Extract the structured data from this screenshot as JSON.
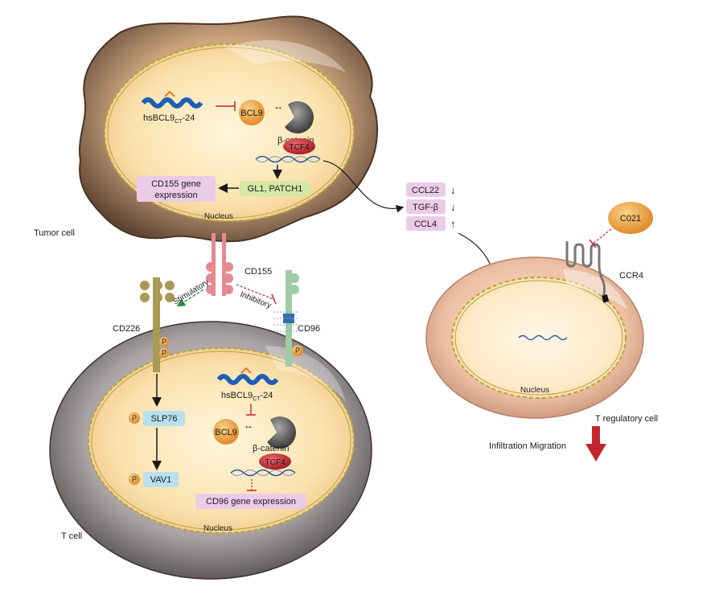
{
  "tumor_cell": {
    "label": "Tumor cell",
    "nucleus_label": "Nucleus",
    "peptide_label_main": "hsBCL9",
    "peptide_label_sub": "CT",
    "peptide_label_suffix": "-24",
    "bcl9_label": "BCL9",
    "beta_catenin_label": "β-catenin",
    "tcf4_label": "TCF4",
    "cd155_gene_line1": "CD155 gene",
    "cd155_gene_line2": "expression",
    "gl1_label": "GL1, PATCH1"
  },
  "chemokines": [
    {
      "label": "CCL22",
      "arrow": "↓"
    },
    {
      "label": "TGF-β",
      "arrow": "↓"
    },
    {
      "label": "CCL4",
      "arrow": "↑"
    }
  ],
  "receptors": {
    "cd155": "CD155",
    "cd226": "CD226",
    "cd96": "CD96",
    "stimulatory": "Stimulatory",
    "inhibitory": "Inhibitory",
    "p": "P"
  },
  "t_cell": {
    "label": "T cell",
    "nucleus_label": "Nucleus",
    "peptide_label_main": "hsBCL9",
    "peptide_label_sub": "CT",
    "peptide_label_suffix": "-24",
    "bcl9_label": "BCL9",
    "beta_catenin_label": "β-catenin",
    "tcf4_label": "TCF4",
    "slp76_label": "SLP76",
    "vav1_label": "VAV1",
    "cd96_gene_label": "CD96 gene expression"
  },
  "treg_cell": {
    "label": "T regulatory cell",
    "nucleus_label": "Nucleus",
    "ccr4_label": "CCR4",
    "c021_label": "C021",
    "migration_label": "Infiltration Migration"
  },
  "colors": {
    "box_pink": "#eccbe8",
    "box_green": "#d5e8a6",
    "box_blue": "#b9e0ef",
    "bcl9_orange": "#f0a23e",
    "tcf4_red": "#c8313a",
    "arrow_red": "#c4262e",
    "cd155_pink": "#e58a93",
    "cd226_olive": "#a89a55",
    "cd96_green": "#9fcca4"
  }
}
